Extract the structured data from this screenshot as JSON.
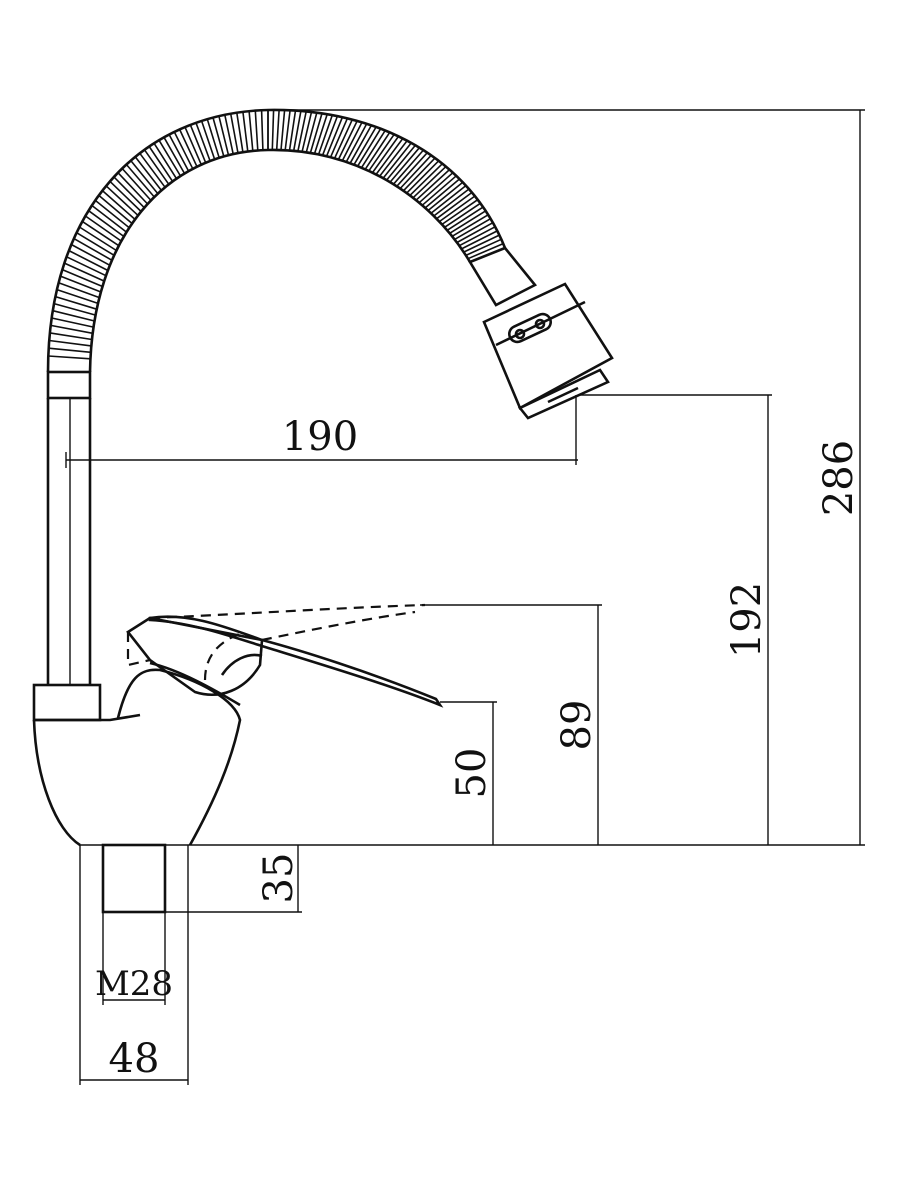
{
  "dimensions": {
    "reach": "190",
    "total_height": "286",
    "spout_outlet_height": "192",
    "lever_raised_height": "89",
    "lever_height": "50",
    "shank_length": "35",
    "thread": "M28",
    "base_diameter": "48"
  },
  "colors": {
    "line": "#111111",
    "background": "#ffffff"
  }
}
